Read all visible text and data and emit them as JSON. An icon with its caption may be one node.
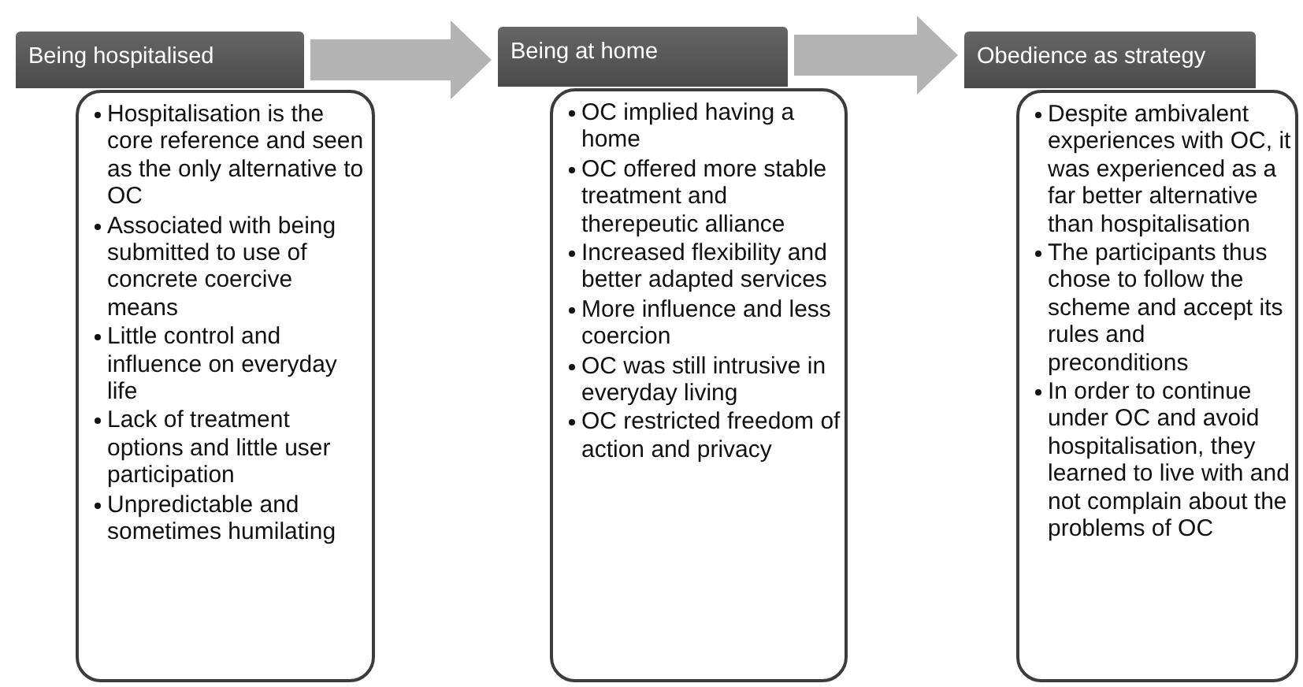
{
  "diagram": {
    "nodes": [
      {
        "text": [
          "Being hospitalised"
        ]
      },
      {
        "text": [
          "Hospitalisation is the core reference and seen as the only alternative to OC",
          "Associated with being submitted to use of concrete coercive means",
          "Little control and influence on everyday life",
          "Lack of treatment options and little user participation",
          "Unpredictable and sometimes humilating"
        ]
      },
      {
        "text": [
          "Being at home"
        ]
      },
      {
        "text": [
          "OC implied having a home",
          "OC offered more stable treatment and therepeutic alliance",
          "Increased flexibility and better adapted services",
          "More influence and less coercion",
          "OC was still intrusive in everyday living",
          "OC restricted freedom of action and privacy"
        ]
      },
      {
        "text": [
          "Obedience as strategy"
        ]
      },
      {
        "text": [
          "Despite ambivalent experiences with OC, it was experienced as a far better alternative than hospitalisation",
          "The participants thus chose to follow the scheme and accept its rules and preconditions",
          "In order to continue under OC and avoid hospitalisation, they learned to live with and not complain about the problems of OC"
        ]
      }
    ],
    "edges": [
      {
        "from": 0,
        "to": 2,
        "arrow": "to",
        "style": "thick",
        "color": "#b3b3b3"
      },
      {
        "from": 2,
        "to": 4,
        "arrow": "to",
        "style": "thick",
        "color": "#b3b3b3"
      }
    ]
  }
}
